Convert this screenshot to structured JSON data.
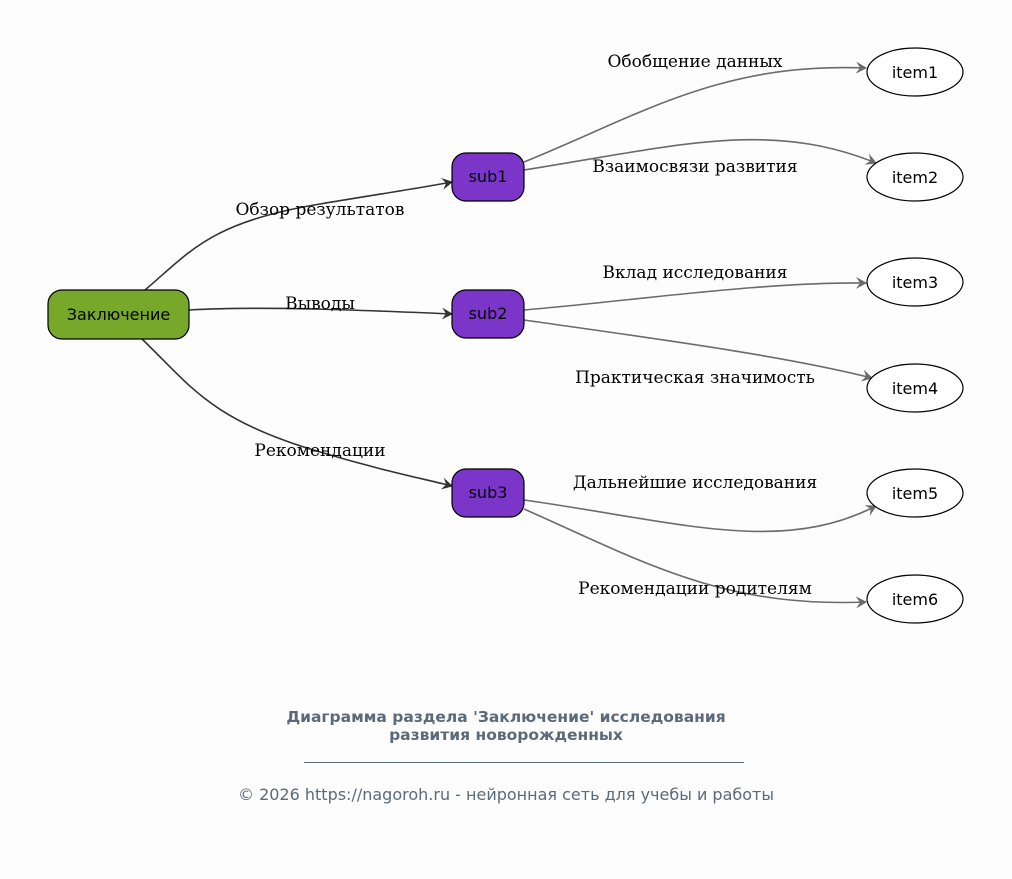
{
  "diagram": {
    "root": {
      "id": "root",
      "label": "Заключение",
      "color": "#77a82a"
    },
    "subs": [
      {
        "id": "sub1",
        "label": "sub1",
        "edge_label": "Обзор результатов",
        "color": "#7b35c8"
      },
      {
        "id": "sub2",
        "label": "sub2",
        "edge_label": "Выводы",
        "color": "#7b35c8"
      },
      {
        "id": "sub3",
        "label": "sub3",
        "edge_label": "Рекомендации",
        "color": "#7b35c8"
      }
    ],
    "items": [
      {
        "id": "item1",
        "label": "item1",
        "parent": "sub1",
        "edge_label": "Обобщение данных"
      },
      {
        "id": "item2",
        "label": "item2",
        "parent": "sub1",
        "edge_label": "Взаимосвязи развития"
      },
      {
        "id": "item3",
        "label": "item3",
        "parent": "sub2",
        "edge_label": "Вклад исследования"
      },
      {
        "id": "item4",
        "label": "item4",
        "parent": "sub2",
        "edge_label": "Практическая значимость"
      },
      {
        "id": "item5",
        "label": "item5",
        "parent": "sub3",
        "edge_label": "Дальнейшие исследования"
      },
      {
        "id": "item6",
        "label": "item6",
        "parent": "sub3",
        "edge_label": "Рекомендации родителям"
      }
    ],
    "edge_colors": {
      "primary": "#333333",
      "secondary": "#6b6b6b"
    }
  },
  "caption": {
    "title_line1": "Диаграмма раздела 'Заключение' исследования",
    "title_line2": "развития новорожденных",
    "footer": "© 2026 https://nagoroh.ru - нейронная сеть для учебы и работы"
  }
}
